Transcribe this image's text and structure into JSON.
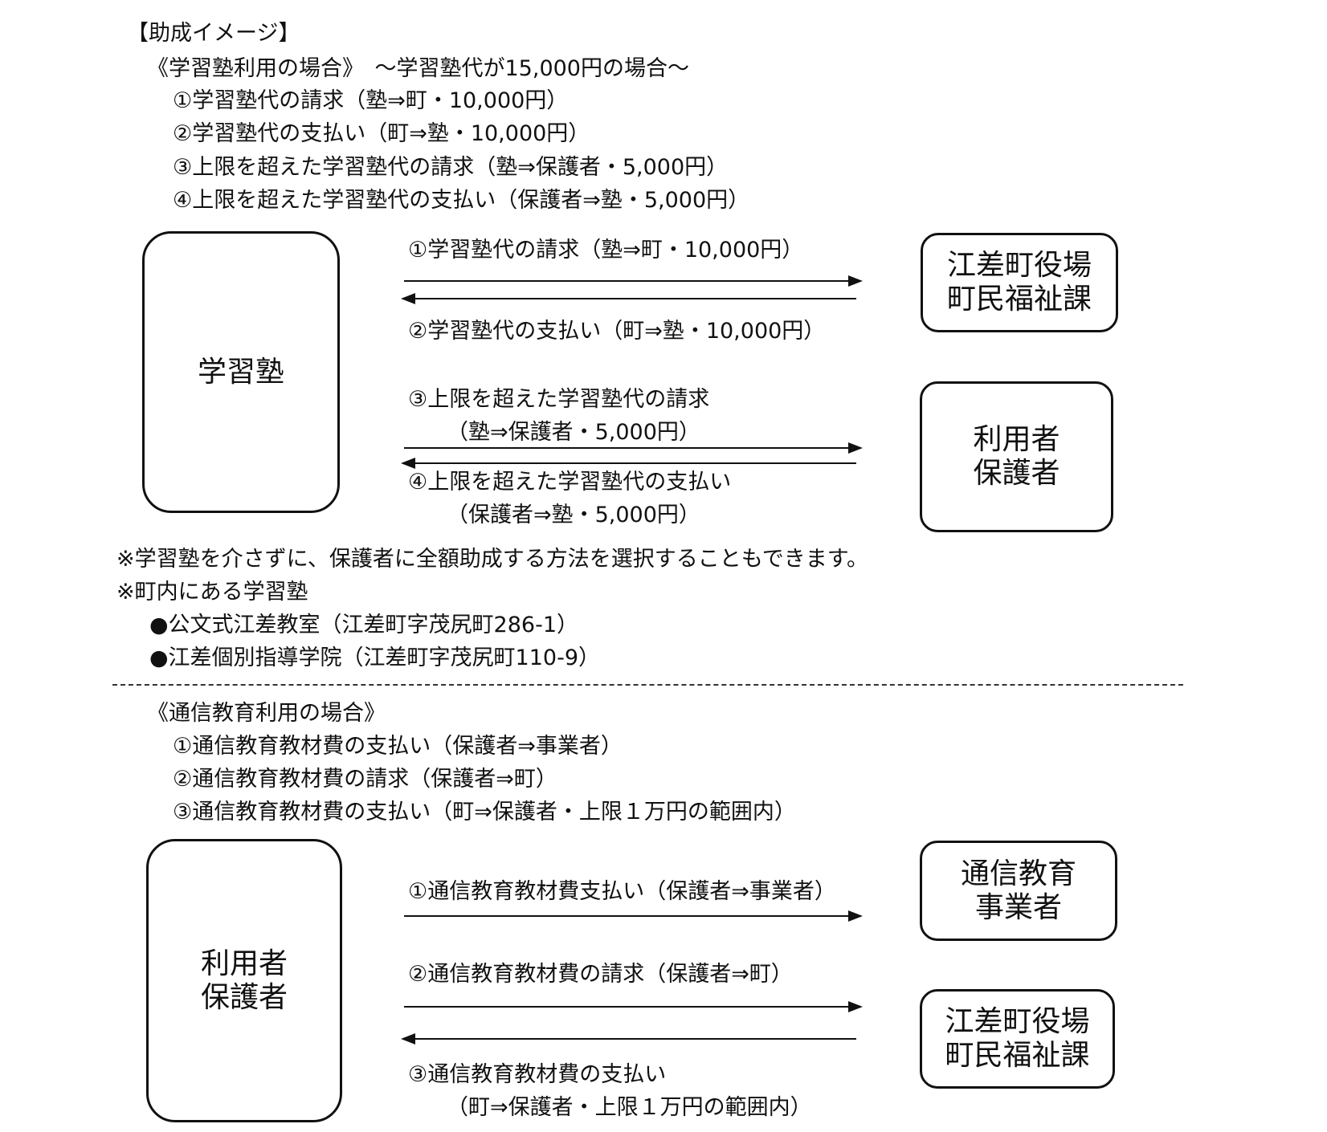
{
  "heading": "【助成イメージ】",
  "juku": {
    "title": "《学習塾利用の場合》　～学習塾代が15,000円の場合～",
    "steps": [
      "①学習塾代の請求（塾⇒町・10,000円）",
      "②学習塾代の支払い（町⇒塾・10,000円）",
      "③上限を超えた学習塾代の請求（塾⇒保護者・5,000円）",
      "④上限を超えた学習塾代の支払い（保護者⇒塾・5,000円）"
    ],
    "left_box": "学習塾",
    "right_box_top": "江差町役場\n町民福祉課",
    "right_box_bottom": "利用者\n保護者",
    "arrow_labels": {
      "a1": "①学習塾代の請求（塾⇒町・10,000円）",
      "a2": "②学習塾代の支払い（町⇒塾・10,000円）",
      "a3_line1": "③上限を超えた学習塾代の請求",
      "a3_line2": "（塾⇒保護者・5,000円）",
      "a4_line1": "④上限を超えた学習塾代の支払い",
      "a4_line2": "（保護者⇒塾・5,000円）"
    },
    "notes": [
      "※学習塾を介さずに、保護者に全額助成する方法を選択することもできます。",
      "※町内にある学習塾"
    ],
    "schools": [
      "●公文式江差教室（江差町字茂尻町286-1）",
      "●江差個別指導学院（江差町字茂尻町110-9）"
    ]
  },
  "tsushin": {
    "title": "《通信教育利用の場合》",
    "steps": [
      "①通信教育教材費の支払い（保護者⇒事業者）",
      "②通信教育教材費の請求（保護者⇒町）",
      "③通信教育教材費の支払い（町⇒保護者・上限１万円の範囲内）"
    ],
    "left_box": "利用者\n保護者",
    "right_box_top": "通信教育\n事業者",
    "right_box_bottom": "江差町役場\n町民福祉課",
    "arrow_labels": {
      "a1": "①通信教育教材費支払い（保護者⇒事業者）",
      "a2": "②通信教育教材費の請求（保護者⇒町）",
      "a3_line1": "③通信教育教材費の支払い",
      "a3_line2": "（町⇒保護者・上限１万円の範囲内）"
    }
  }
}
